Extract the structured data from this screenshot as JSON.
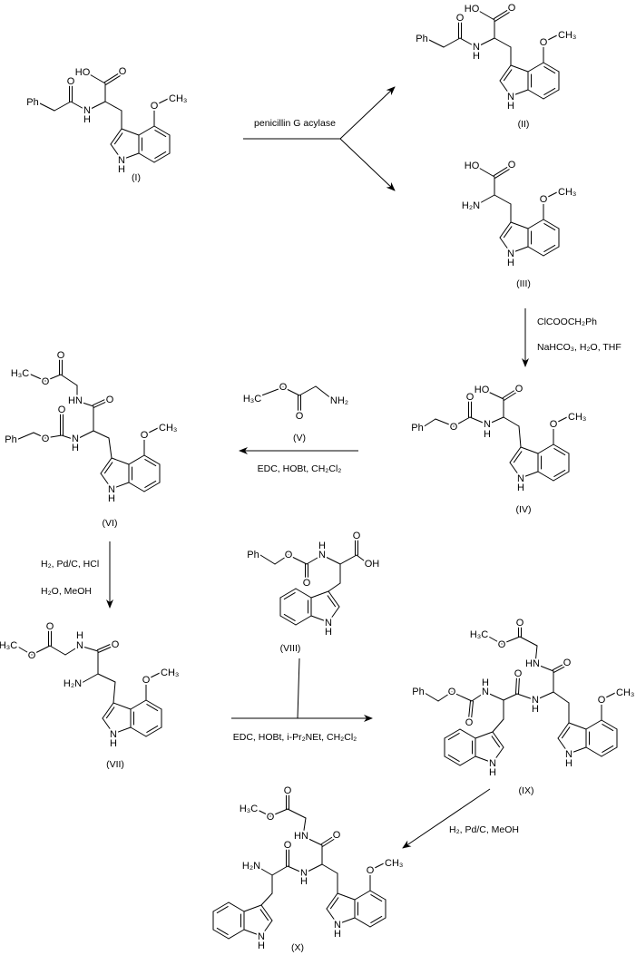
{
  "compounds": {
    "I": "(I)",
    "II": "(II)",
    "III": "(III)",
    "IV": "(IV)",
    "V": "(V)",
    "VI": "(VI)",
    "VII": "(VII)",
    "VIII": "(VIII)",
    "IX": "(IX)",
    "X": "(X)"
  },
  "reagents": {
    "step1": "penicillin G acylase",
    "step2a": "ClCOOCH₂Ph",
    "step2b": "NaHCO₃, H₂O, THF",
    "step3": "EDC, HOBt, CH₂Cl₂",
    "step4a": "H₂, Pd/C, HCl",
    "step4b": "H₂O, MeOH",
    "step5": "EDC, HOBt, i-Pr₂NEt, CH₂Cl₂",
    "step6": "H₂, Pd/C, MeOH"
  },
  "atoms": {
    "O": "O",
    "N": "N",
    "H": "H",
    "HO": "HO",
    "OH": "OH",
    "HN": "HN",
    "Ph": "Ph",
    "CH3": "CH₃",
    "H3C": "H₃C",
    "H2N": "H₂N",
    "NH2": "NH₂"
  }
}
